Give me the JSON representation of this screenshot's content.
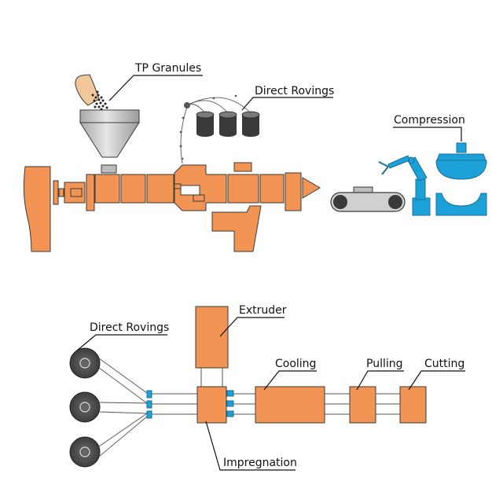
{
  "top_process": {
    "labels": {
      "granules": "TP Granules",
      "rovings": "Direct Rovings",
      "compression": "Compression"
    }
  },
  "bottom_process": {
    "labels": {
      "rovings": "Direct Rovings",
      "extruder": "Extruder",
      "cooling": "Cooling",
      "pulling": "Pulling",
      "cutting": "Cutting",
      "impregnation": "Impregnation"
    }
  },
  "colors": {
    "machine": "#f29554",
    "press": "#1ba0d8",
    "hopper": "#c8c8c8",
    "spool": "#3a3a3a",
    "outline": "#3a3a3a"
  }
}
